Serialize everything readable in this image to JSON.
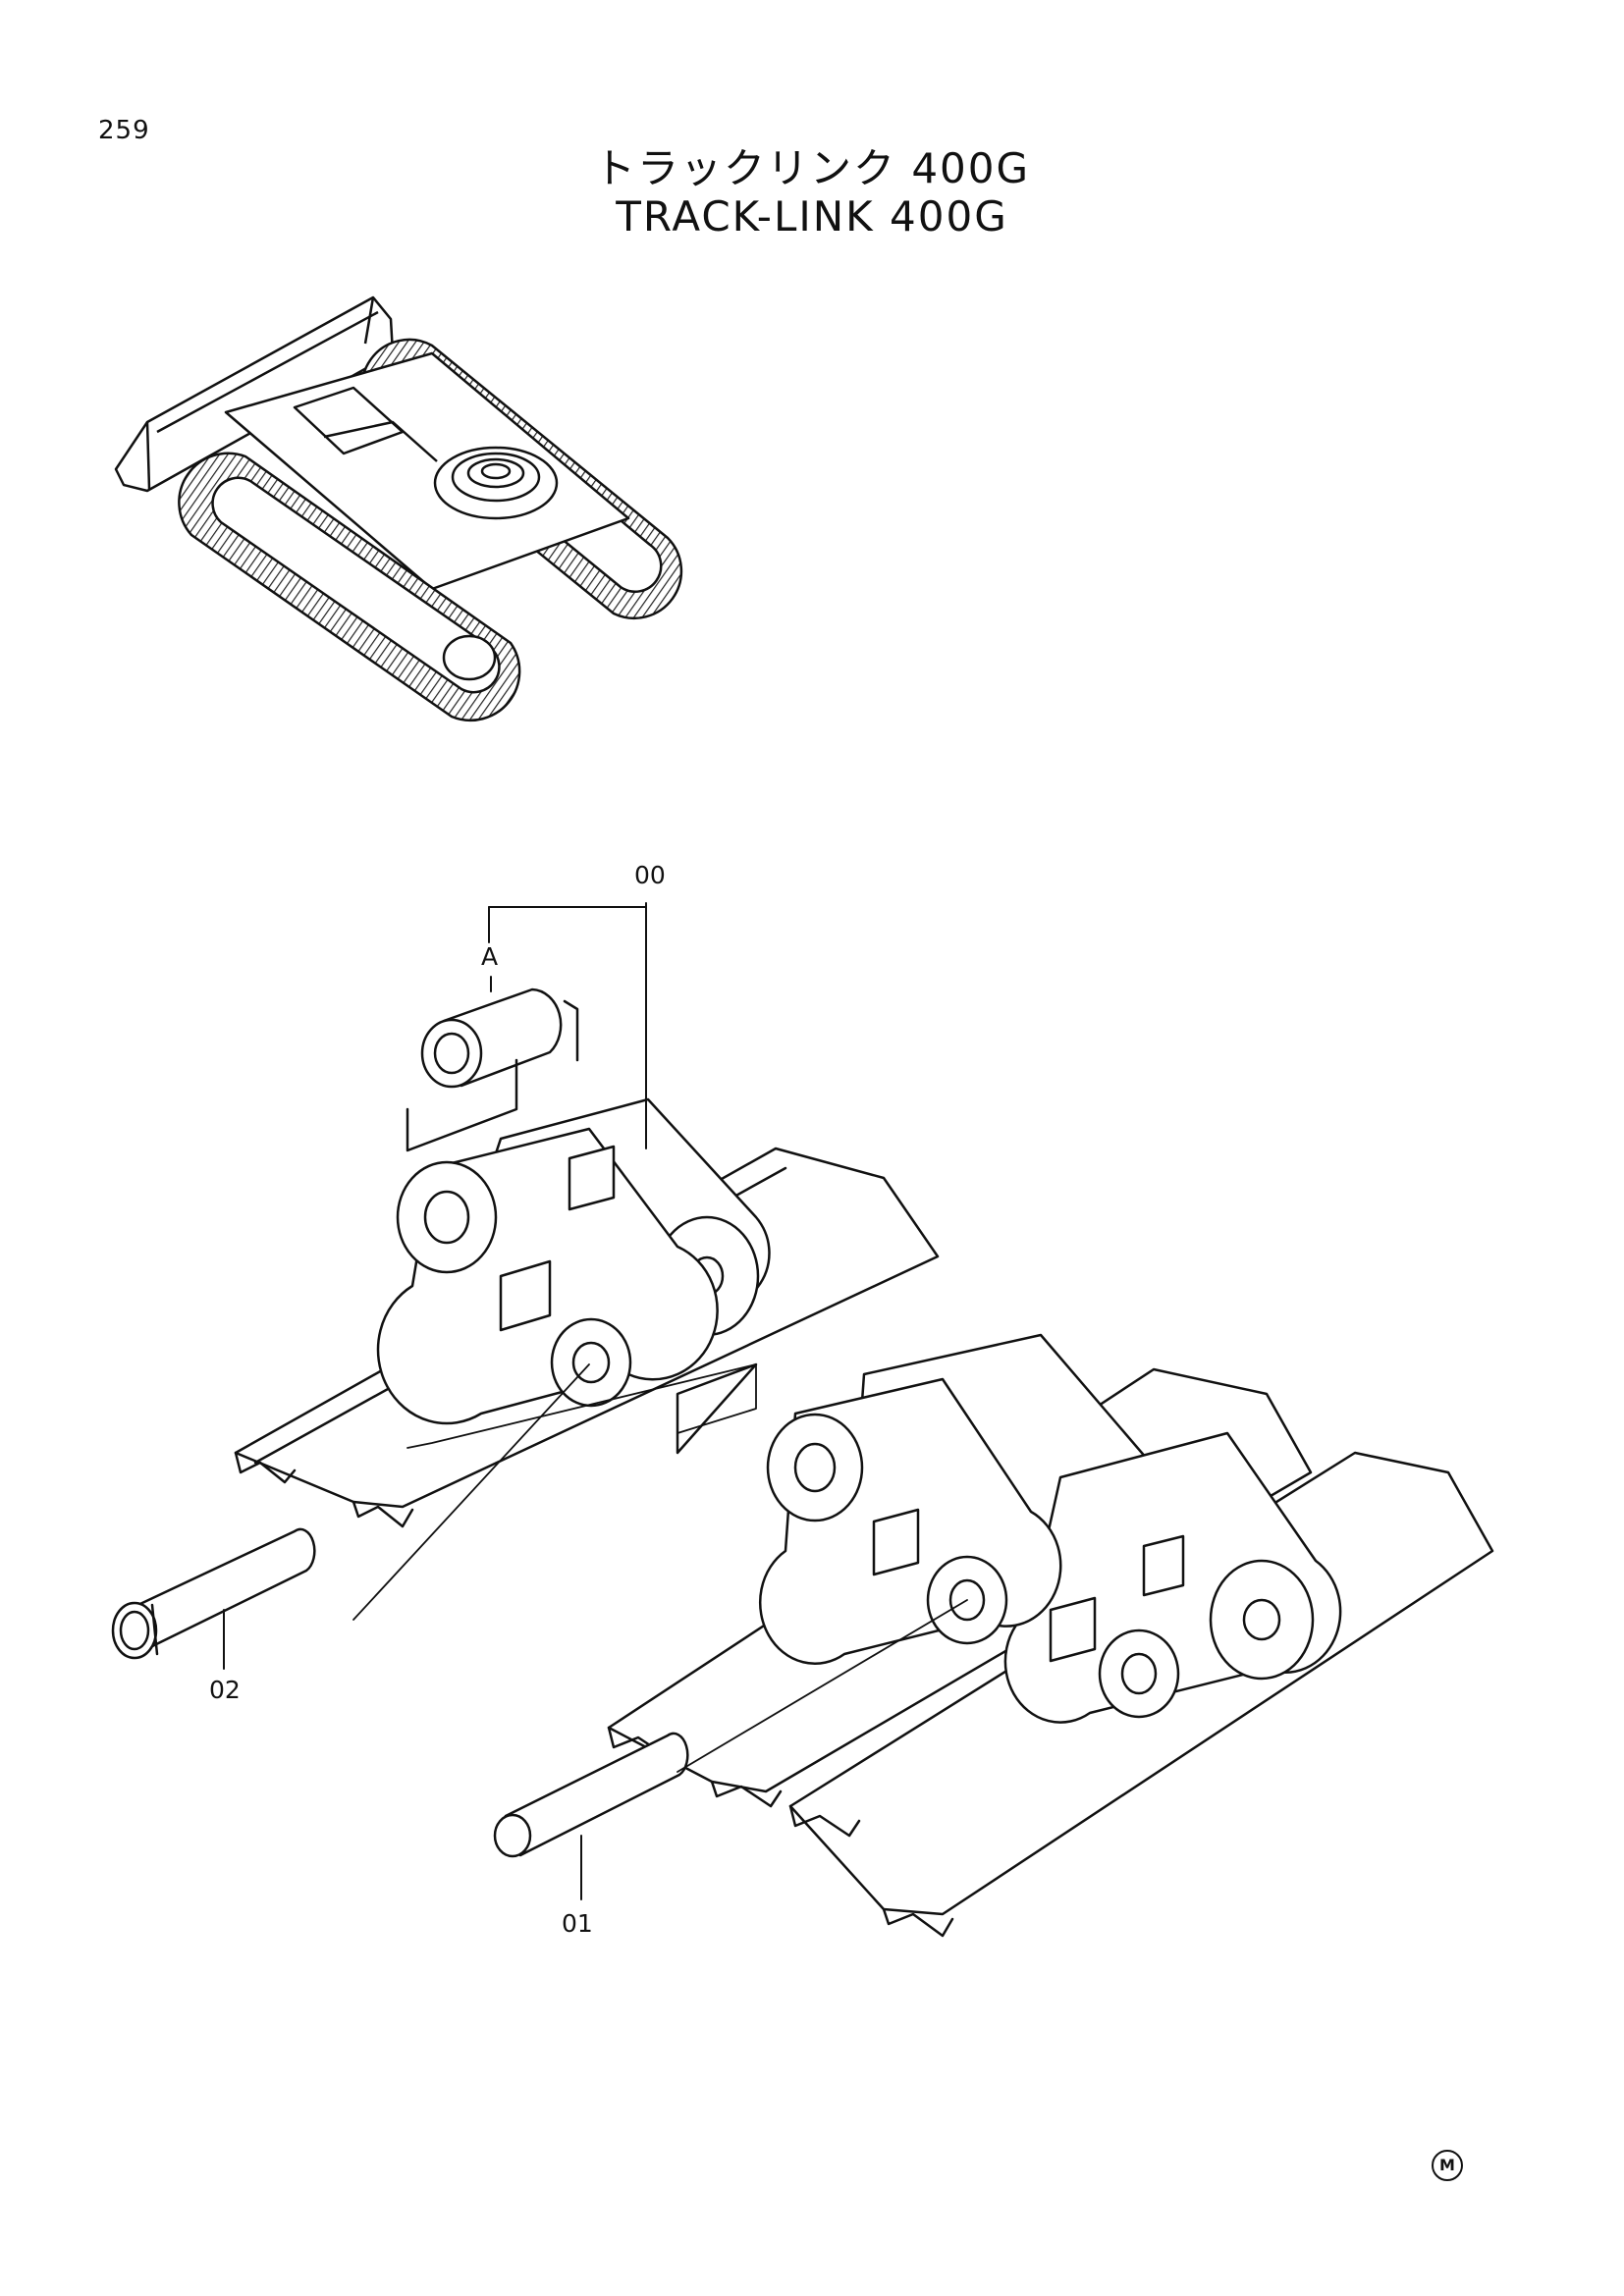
{
  "page": {
    "number": "259",
    "title_ja": "トラックリンク 400G",
    "title_en": "TRACK-LINK 400G",
    "mark": "M"
  },
  "callouts": [
    {
      "id": "00",
      "label": "00"
    },
    {
      "id": "A",
      "label": "A"
    },
    {
      "id": "01",
      "label": "01"
    },
    {
      "id": "02",
      "label": "02"
    }
  ]
}
